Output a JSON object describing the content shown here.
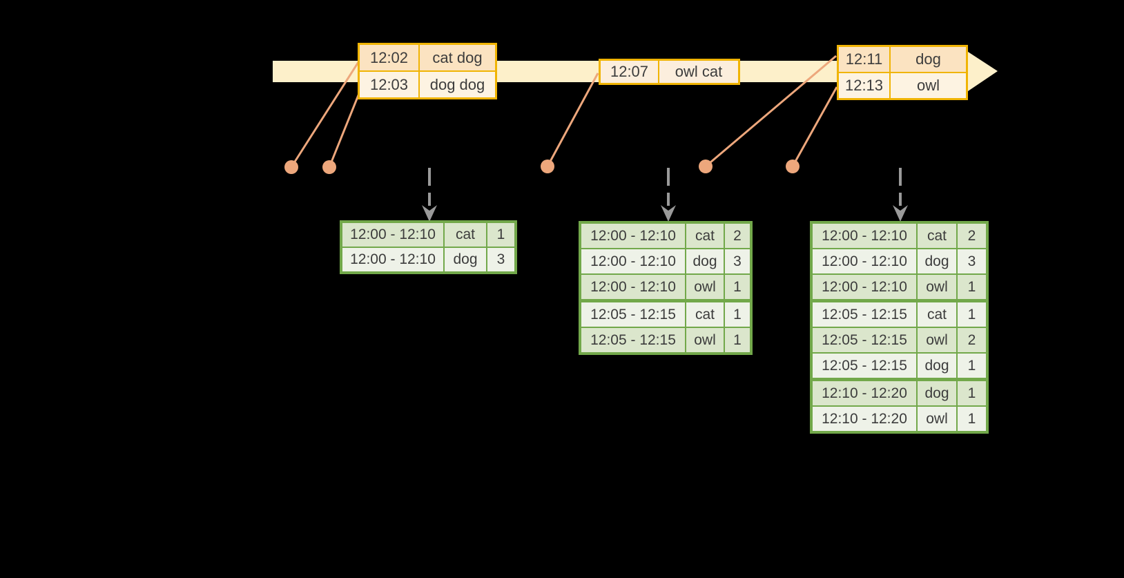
{
  "diagram": {
    "kind": "streaming-windowed-aggregation-timeline"
  },
  "palette": {
    "background": "#000000",
    "timeline_fill": "#fdf0ca",
    "event_border": "#f0b404",
    "event_row_dark": "#fbe3c1",
    "event_row_light": "#fdf3e2",
    "event_row_mid": "#fceedd",
    "connector": "#eda77c",
    "trigger_arrow": "#9a9a9a",
    "result_border": "#72a84a",
    "result_row_dark": "#dbe6cc",
    "result_row_light": "#eef2e8",
    "text": "#3c3c3c"
  },
  "events": [
    {
      "rows": [
        {
          "time": "12:02",
          "words": "cat dog",
          "tone": "dark"
        },
        {
          "time": "12:03",
          "words": "dog dog",
          "tone": "light"
        }
      ]
    },
    {
      "rows": [
        {
          "time": "12:07",
          "words": "owl cat",
          "tone": "mid"
        }
      ]
    },
    {
      "rows": [
        {
          "time": "12:11",
          "words": "dog",
          "tone": "dark"
        },
        {
          "time": "12:13",
          "words": "owl",
          "tone": "light"
        }
      ]
    }
  ],
  "result_tables": [
    {
      "rows": [
        {
          "window": "12:00 - 12:10",
          "word": "cat",
          "count": "1",
          "group_start": false
        },
        {
          "window": "12:00 - 12:10",
          "word": "dog",
          "count": "3",
          "group_start": false
        }
      ]
    },
    {
      "rows": [
        {
          "window": "12:00 - 12:10",
          "word": "cat",
          "count": "2",
          "group_start": false
        },
        {
          "window": "12:00 - 12:10",
          "word": "dog",
          "count": "3",
          "group_start": false
        },
        {
          "window": "12:00 - 12:10",
          "word": "owl",
          "count": "1",
          "group_start": false
        },
        {
          "window": "12:05 - 12:15",
          "word": "cat",
          "count": "1",
          "group_start": true
        },
        {
          "window": "12:05 - 12:15",
          "word": "owl",
          "count": "1",
          "group_start": false
        }
      ]
    },
    {
      "rows": [
        {
          "window": "12:00 - 12:10",
          "word": "cat",
          "count": "2",
          "group_start": false
        },
        {
          "window": "12:00 - 12:10",
          "word": "dog",
          "count": "3",
          "group_start": false
        },
        {
          "window": "12:00 - 12:10",
          "word": "owl",
          "count": "1",
          "group_start": false
        },
        {
          "window": "12:05 - 12:15",
          "word": "cat",
          "count": "1",
          "group_start": true
        },
        {
          "window": "12:05 - 12:15",
          "word": "owl",
          "count": "2",
          "group_start": false
        },
        {
          "window": "12:05 - 12:15",
          "word": "dog",
          "count": "1",
          "group_start": false
        },
        {
          "window": "12:10 - 12:20",
          "word": "dog",
          "count": "1",
          "group_start": true
        },
        {
          "window": "12:10 - 12:20",
          "word": "owl",
          "count": "1",
          "group_start": false
        }
      ]
    }
  ]
}
